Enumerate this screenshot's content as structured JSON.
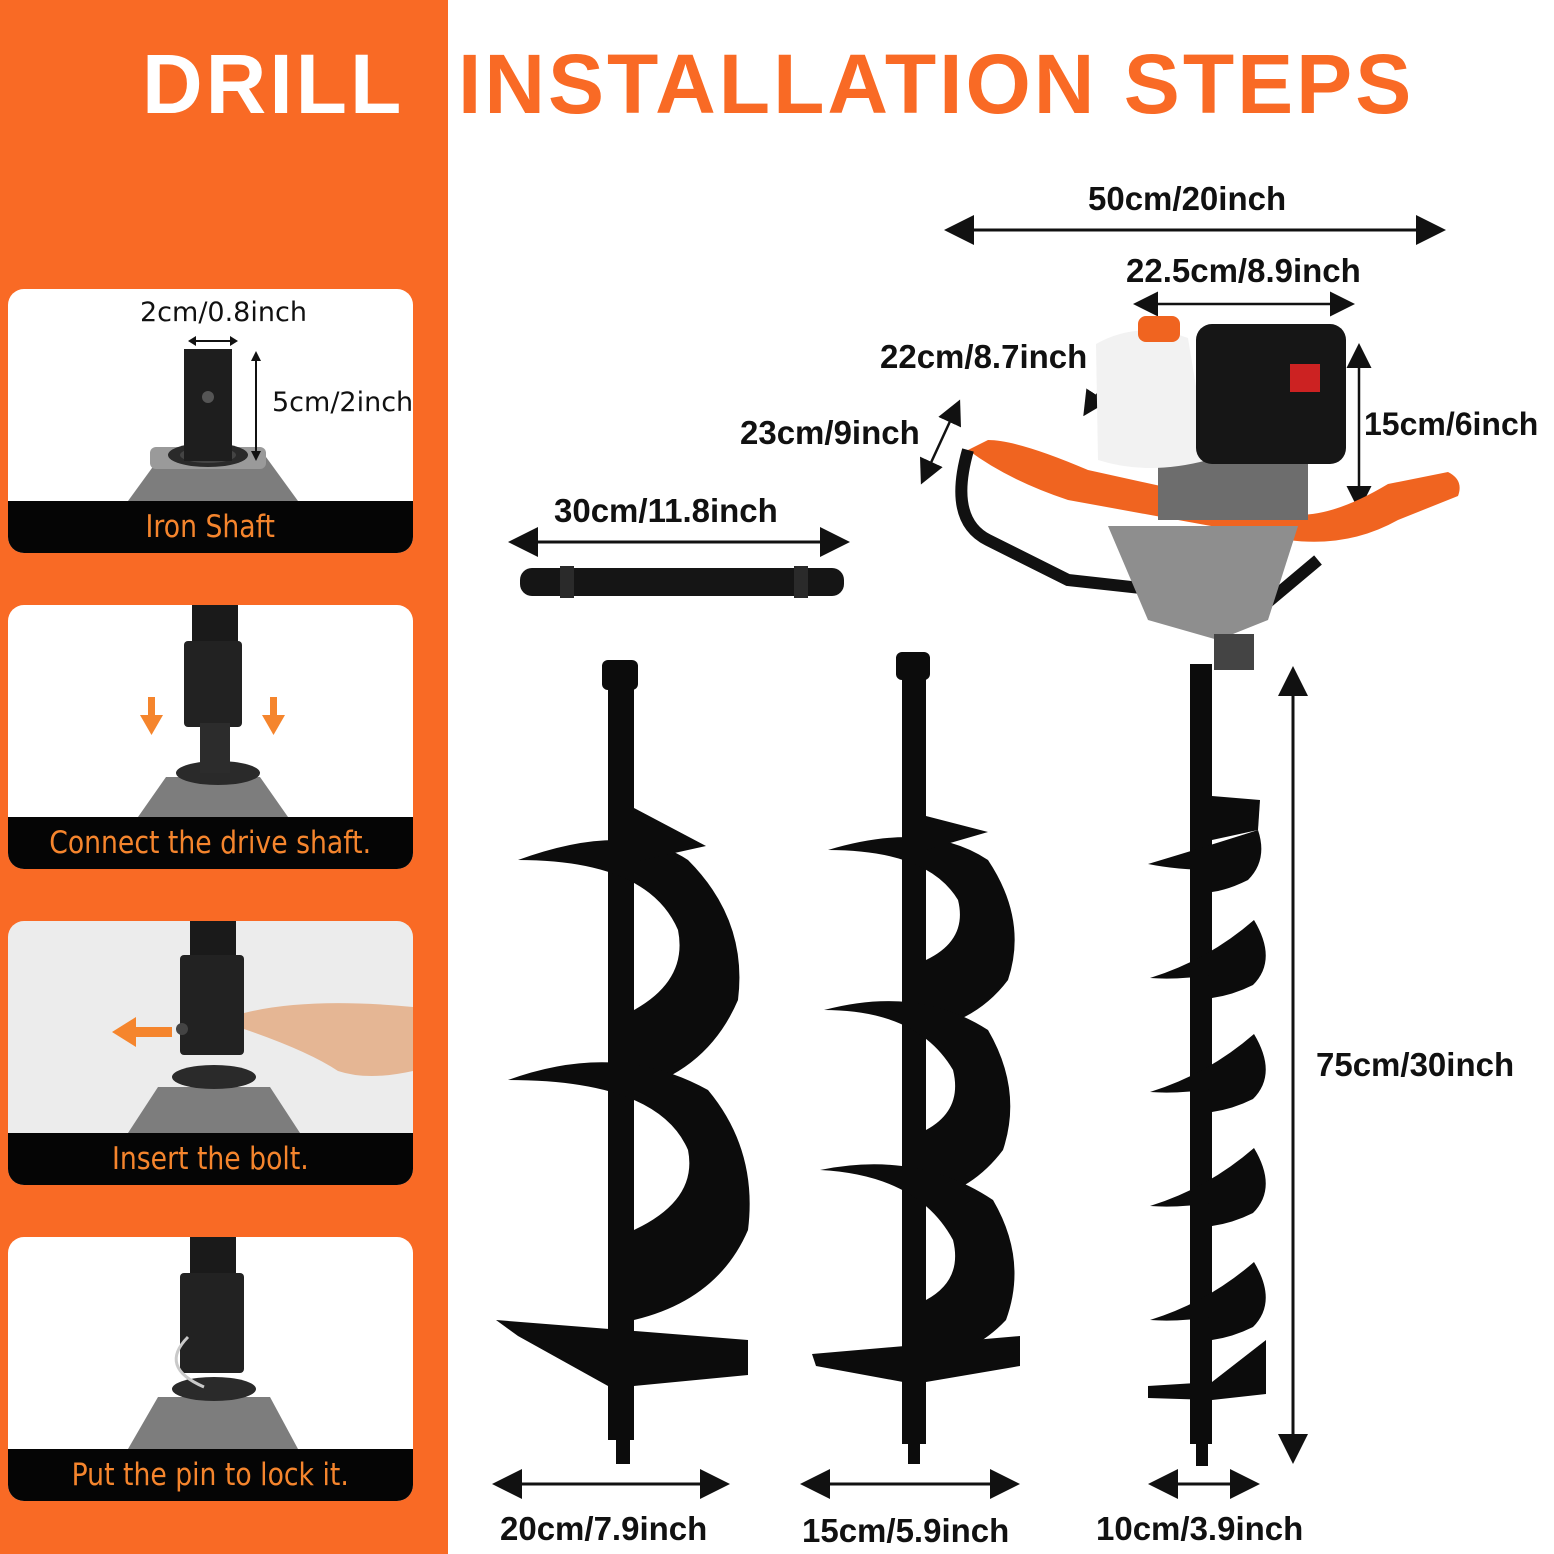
{
  "header": {
    "title_part1": "DRILL",
    "title_part2": "INSTALLATION STEPS"
  },
  "colors": {
    "accent": "#f96a25",
    "caption_text": "#f5852d",
    "caption_bg": "#050505"
  },
  "steps": [
    {
      "caption": "Iron Shaft",
      "icon": "iron-shaft-photo"
    },
    {
      "caption": "Connect the drive shaft.",
      "icon": "down-arrow-icon"
    },
    {
      "caption": "Insert the bolt.",
      "icon": "left-arrow-icon"
    },
    {
      "caption": "Put the pin to lock it.",
      "icon": "lock-pin-photo"
    }
  ],
  "shaft_dims": {
    "width": "2cm/0.8inch",
    "height": "5cm/2inch"
  },
  "dimensions": {
    "overall_width": "50cm/20inch",
    "engine_width": "22.5cm/8.9inch",
    "tank_depth": "22cm/8.7inch",
    "handle_depth": "23cm/9inch",
    "engine_height": "15cm/6inch",
    "extension_rod": "30cm/11.8inch",
    "auger_length": "75cm/30inch",
    "auger_large": "20cm/7.9inch",
    "auger_medium": "15cm/5.9inch",
    "auger_small": "10cm/3.9inch"
  }
}
